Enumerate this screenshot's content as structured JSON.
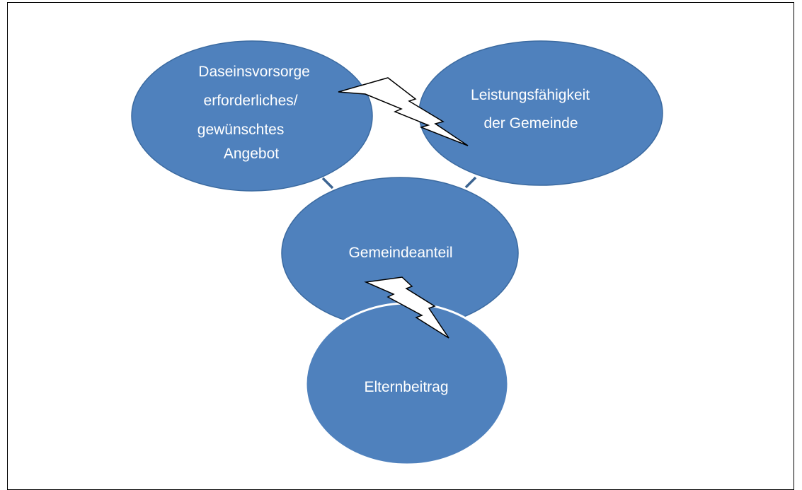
{
  "colors": {
    "node_fill": "#4f81bd",
    "node_stroke": "#3b6aa0",
    "connector": "#3c6491",
    "lightning_fill": "#ffffff",
    "lightning_stroke": "#000000",
    "text": "#ffffff"
  },
  "nodes": {
    "daseinsvorsorge": {
      "lines": [
        "Daseinsvorsorge",
        "erforderliches/",
        "gewünschtes",
        "Angebot"
      ]
    },
    "leistungsfaehigkeit": {
      "lines": [
        "Leistungsfähigkeit",
        "der Gemeinde"
      ]
    },
    "gemeindeanteil": {
      "lines": [
        "Gemeindeanteil"
      ]
    },
    "elternbeitrag": {
      "lines": [
        "Elternbeitrag"
      ]
    }
  },
  "icons": {
    "conflict_top": "lightning-bolt-icon",
    "conflict_bottom": "lightning-bolt-icon"
  }
}
